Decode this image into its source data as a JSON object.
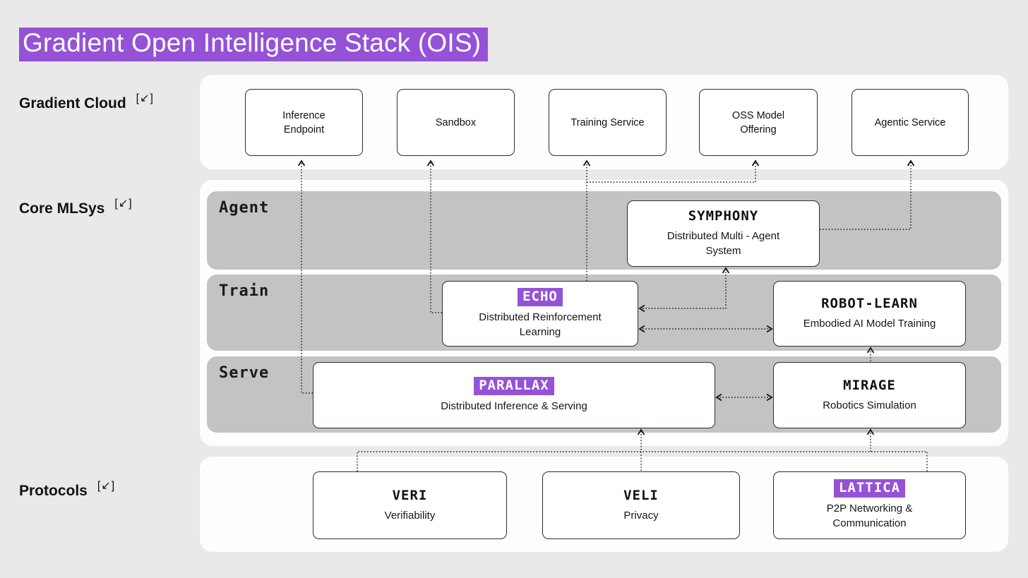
{
  "title": "Gradient Open Intelligence Stack (OIS)",
  "colors": {
    "accent_purple": "#9552d7",
    "page_background": "#e9e9e9",
    "panel_white": "#fdfdfd",
    "row_gray": "#c1c4c3",
    "line_black": "#1a1a1a"
  },
  "side_labels": [
    {
      "label": "Gradient Cloud",
      "icon": "[↙]"
    },
    {
      "label": "Core MLSys",
      "icon": "[↙]"
    },
    {
      "label": "Protocols",
      "icon": "[↙]"
    }
  ],
  "gradient_cloud": {
    "boxes": [
      {
        "label": "Inference Endpoint"
      },
      {
        "label": "Sandbox"
      },
      {
        "label": "Training Service"
      },
      {
        "label": "OSS Model Offering"
      },
      {
        "label": "Agentic Service"
      }
    ]
  },
  "core_mlsys": {
    "rows": [
      {
        "label": "Agent"
      },
      {
        "label": "Train"
      },
      {
        "label": "Serve"
      }
    ],
    "components": {
      "symphony": {
        "name": "SYMPHONY",
        "desc": "Distributed Multi - Agent System",
        "highlighted": false
      },
      "echo": {
        "name": "ECHO",
        "desc": "Distributed Reinforcement Learning",
        "highlighted": true
      },
      "robot_learn": {
        "name": "ROBOT-LEARN",
        "desc": "Embodied AI Model Training",
        "highlighted": false
      },
      "parallax": {
        "name": "PARALLAX",
        "desc": "Distributed Inference & Serving",
        "highlighted": true
      },
      "mirage": {
        "name": "MIRAGE",
        "desc": "Robotics Simulation",
        "highlighted": false
      }
    }
  },
  "protocols": {
    "components": {
      "veri": {
        "name": "VERI",
        "desc": "Verifiability",
        "highlighted": false
      },
      "veli": {
        "name": "VELI",
        "desc": "Privacy",
        "highlighted": false
      },
      "lattica": {
        "name": "LATTICA",
        "desc": "P2P Networking & Communication",
        "highlighted": true
      }
    }
  }
}
